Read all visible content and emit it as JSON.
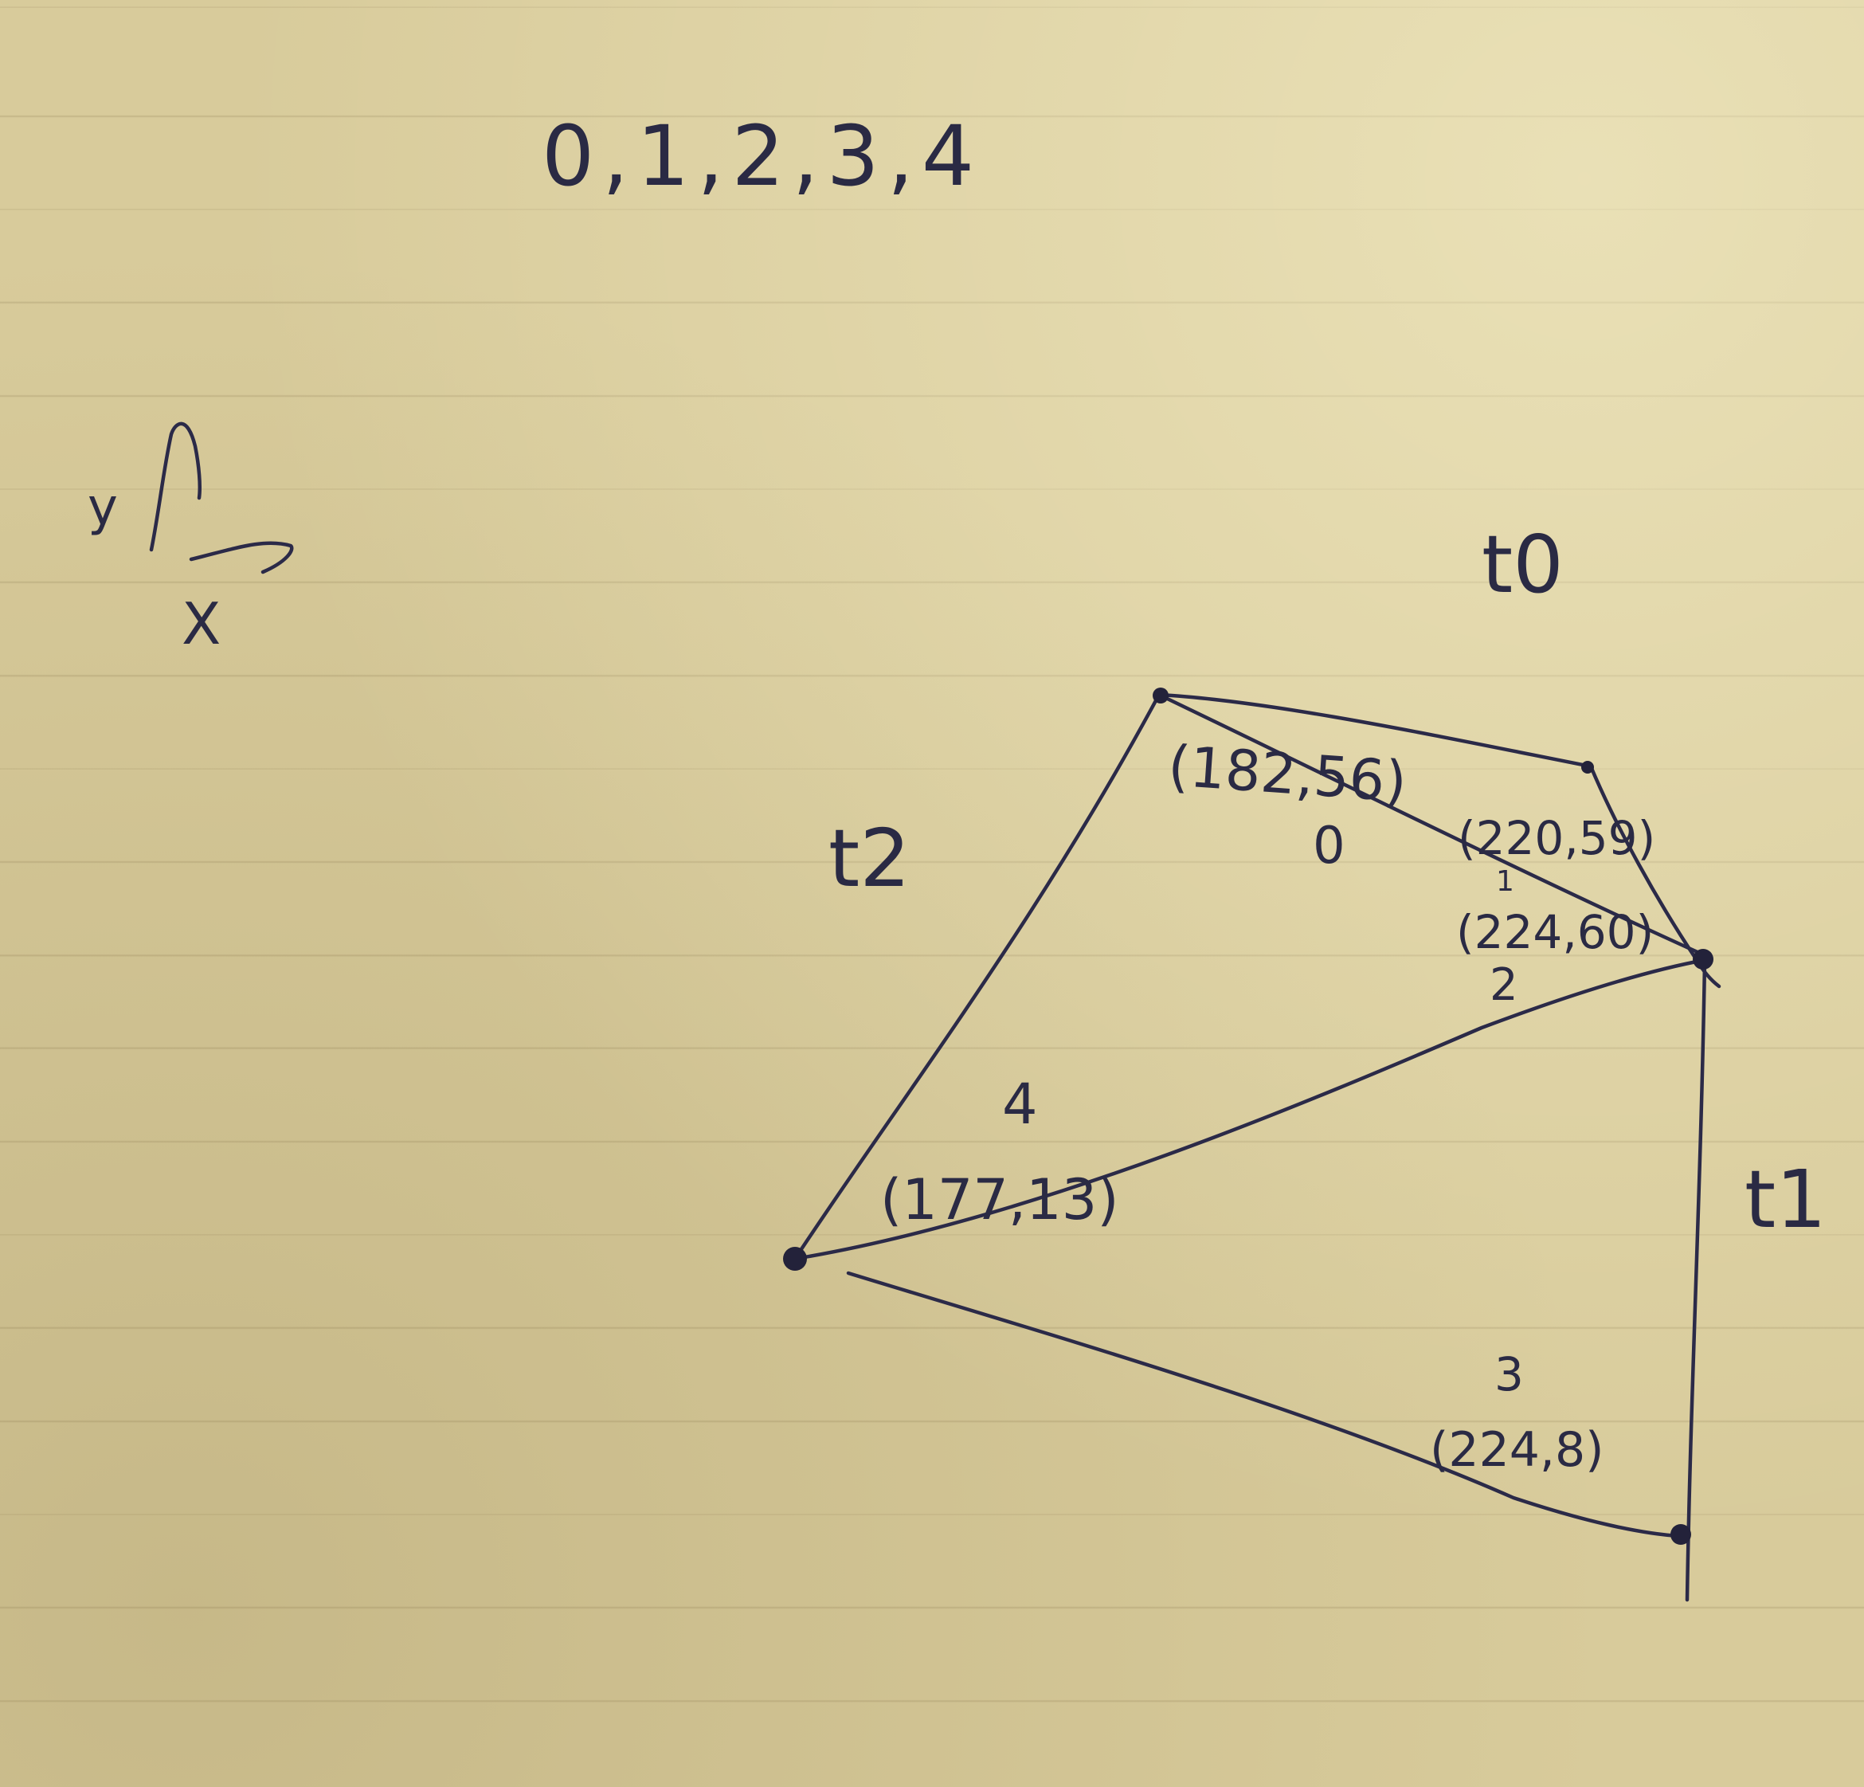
{
  "top_note": "0,1,2,3,4",
  "axes": {
    "y_label": "y",
    "x_label": "X"
  },
  "face_labels": {
    "t0": "t0",
    "t1": "t1",
    "t2": "t2"
  },
  "vertices": [
    {
      "index": "0",
      "coords": "(182,56)"
    },
    {
      "index": "1",
      "coords": "(220,59)"
    },
    {
      "index": "2",
      "coords": "(224,60)"
    },
    {
      "index": "3",
      "coords": "(224,8)"
    },
    {
      "index": "4",
      "coords": "(177,13)"
    }
  ]
}
